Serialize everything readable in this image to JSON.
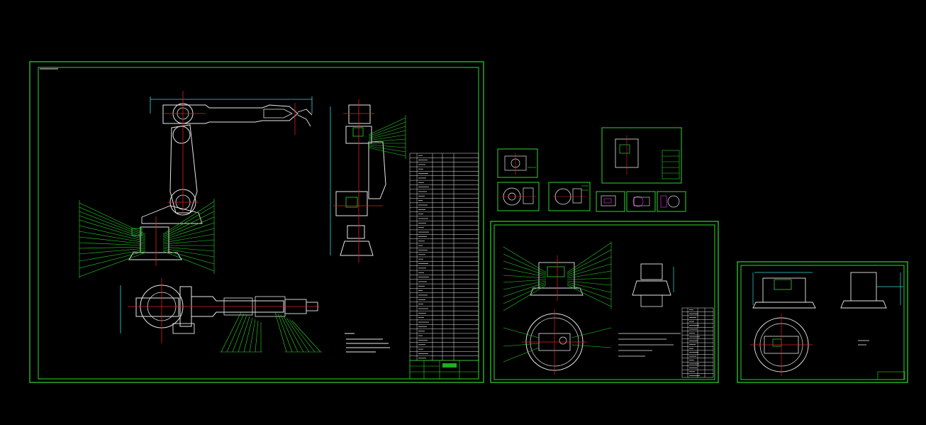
{
  "viewport": {
    "background": "#000000"
  },
  "colors": {
    "sheet_border": "#2bd92b",
    "geometry": "#e8e8e8",
    "centerline": "#e02020",
    "leader": "#2bd92b",
    "dimension": "#38d8e0",
    "annotation": "#e8e020",
    "highlight": "#d030d0"
  },
  "sheets": [
    {
      "id": "main-assembly",
      "views": [
        "arm-elevation",
        "arm-side-view",
        "arm-plan-view",
        "parts-list",
        "title-block",
        "technical-notes"
      ]
    },
    {
      "id": "detail-small-1"
    },
    {
      "id": "detail-small-2"
    },
    {
      "id": "detail-small-3"
    },
    {
      "id": "detail-medium"
    },
    {
      "id": "thumb-1"
    },
    {
      "id": "thumb-2"
    },
    {
      "id": "thumb-3"
    },
    {
      "id": "base-assembly"
    },
    {
      "id": "base-part"
    }
  ],
  "icons": [
    "crosshair-icon",
    "balloon-leader-icon"
  ]
}
